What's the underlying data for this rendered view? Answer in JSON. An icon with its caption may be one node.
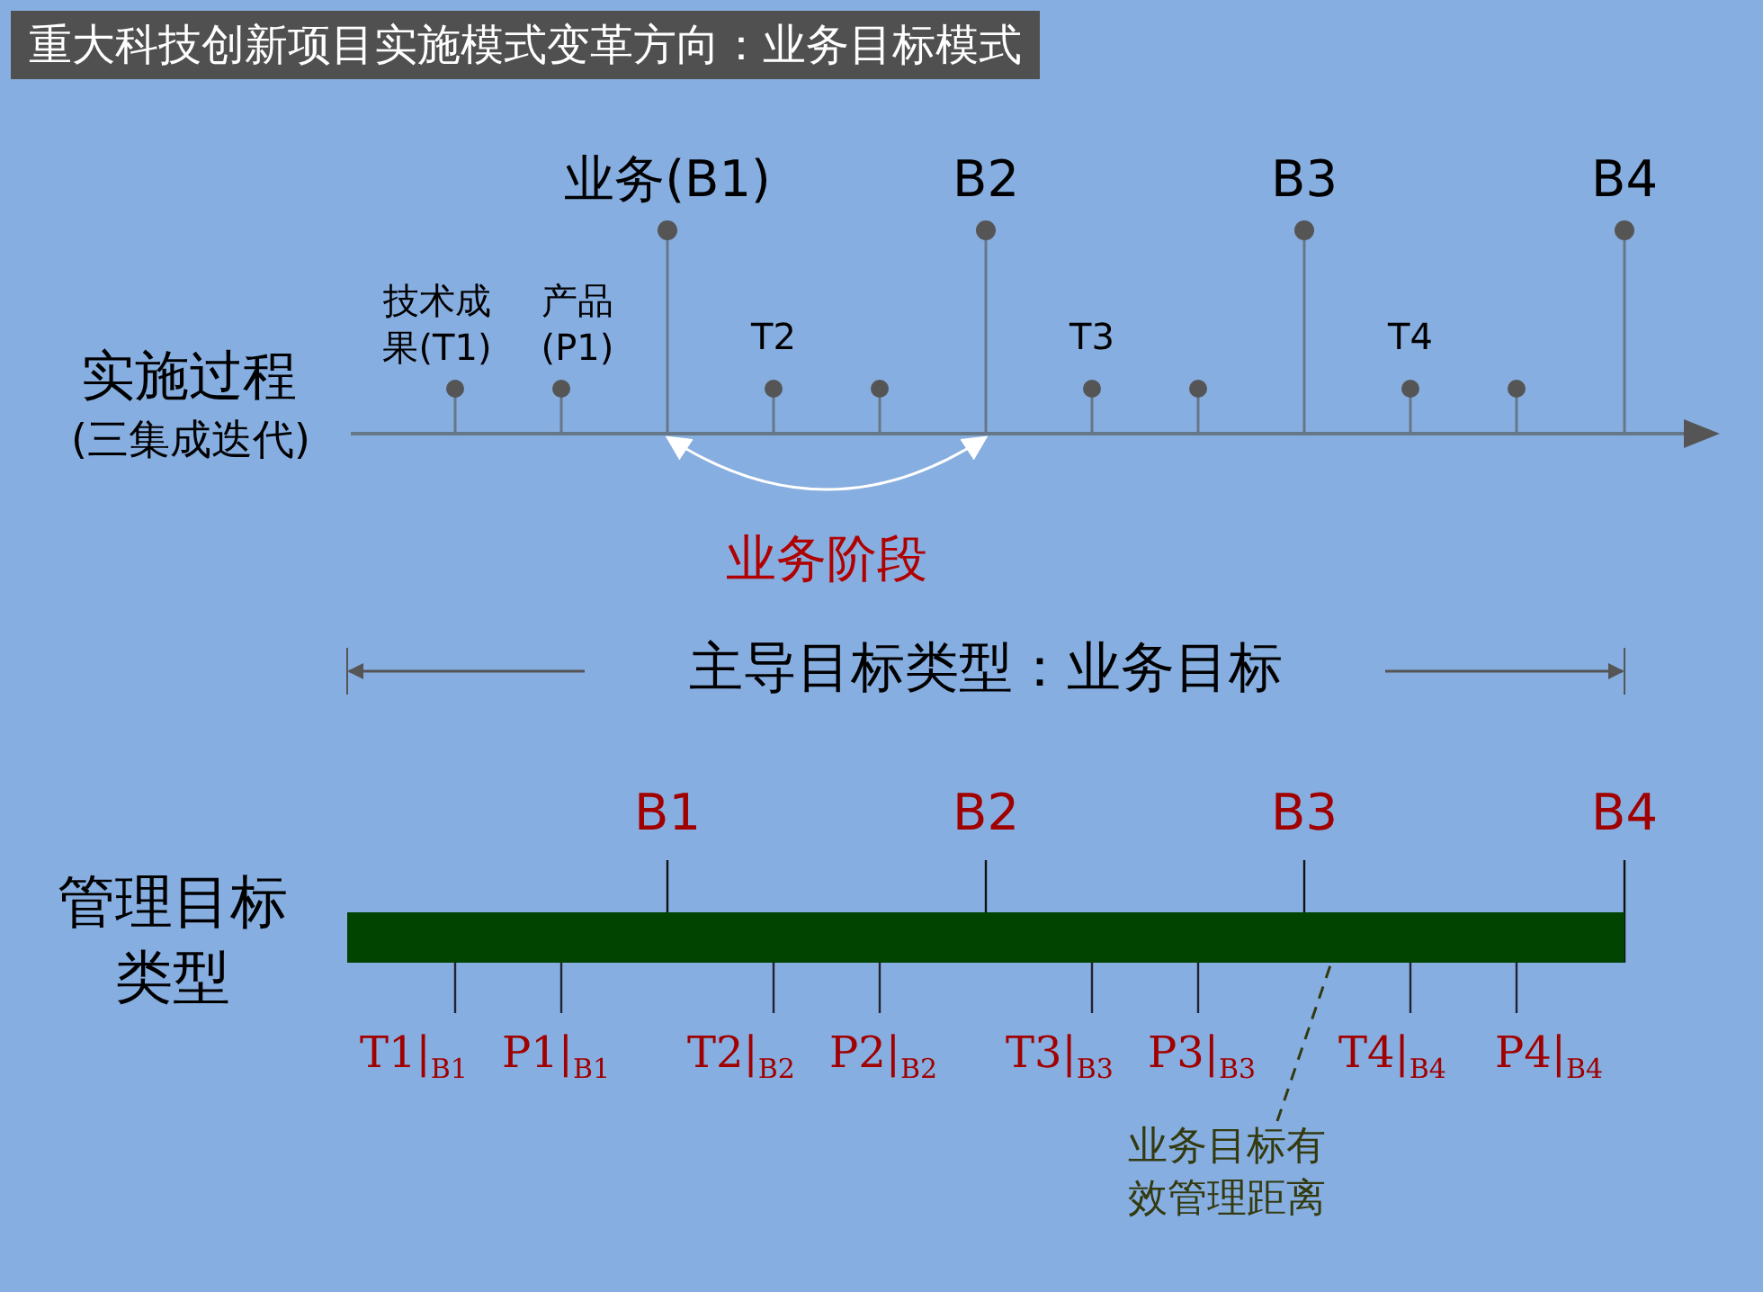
{
  "diagram": {
    "title": "重大科技创新项目实施模式变革方向：业务目标模式",
    "nodes": [
      {
        "text": [
          "业务(B1)"
        ]
      },
      {
        "text": [
          "B2"
        ]
      },
      {
        "text": [
          "B3"
        ]
      },
      {
        "text": [
          "B4"
        ]
      },
      {
        "text": [],
        "shape": "bar"
      },
      {
        "text": [
          "业务目标有效管理距离"
        ]
      },
      {
        "text": [],
        "shape": "circle"
      },
      {
        "text": [],
        "shape": "circle"
      },
      {
        "text": [],
        "shape": "circle"
      },
      {
        "text": [],
        "shape": "circle"
      },
      {
        "text": [],
        "shape": "circle"
      },
      {
        "text": [],
        "shape": "circle"
      },
      {
        "text": [],
        "shape": "circle"
      },
      {
        "text": [],
        "shape": "circle"
      }
    ],
    "edges": [
      {
        "from": 0,
        "to": 1,
        "arrow": "both",
        "label": "业务阶段",
        "color": "#ffffff"
      },
      {
        "from": 5,
        "to": 4,
        "arrow": "none",
        "style": "dashed",
        "color": "#333a10"
      }
    ],
    "labels": [
      "实施过程",
      "(三集成迭代)",
      "技术成果(T1)",
      "产品(P1)",
      "T2",
      "T3",
      "T4",
      "主导目标类型：业务目标",
      "管理目标类型",
      "B1",
      "B2",
      "B3",
      "B4",
      "T1|$_{B1}$",
      "P1|$_{B1}$",
      "T2|$_{B2}$",
      "P2|$_{B2}$",
      "T3|$_{B3}$",
      "P3|$_{B3}$",
      "T4|$_{B4}$",
      "P4|$_{B4}$"
    ]
  }
}
